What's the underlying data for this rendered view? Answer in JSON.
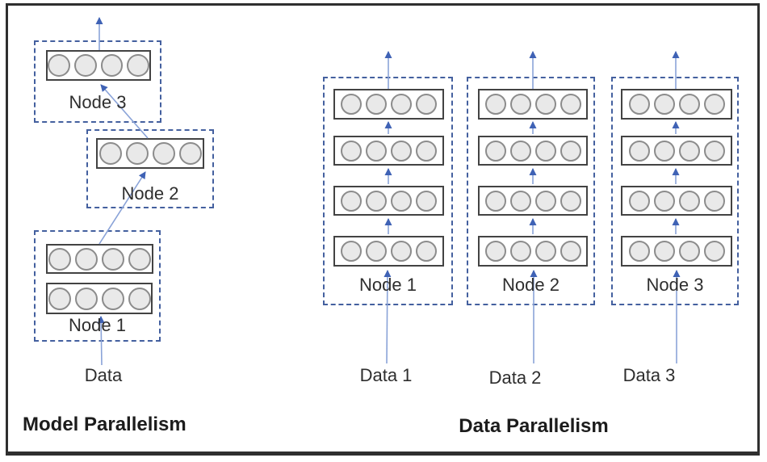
{
  "diagram": {
    "circles_per_layer": 4,
    "left": {
      "title": "Model Parallelism",
      "data_label": "Data",
      "nodes": [
        {
          "label": "Node 1",
          "layers": 2
        },
        {
          "label": "Node 2",
          "layers": 1
        },
        {
          "label": "Node 3",
          "layers": 1
        }
      ]
    },
    "right": {
      "title": "Data Parallelism",
      "layers_per_column": 4,
      "columns": [
        {
          "node_label": "Node 1",
          "data_label": "Data 1"
        },
        {
          "node_label": "Node 2",
          "data_label": "Data 2"
        },
        {
          "node_label": "Node 3",
          "data_label": "Data 3"
        }
      ]
    },
    "colors": {
      "dashed_border": "#44609f",
      "arrow": "#3f62b5",
      "arrow_line": "#8aa3d8",
      "rect_border": "#434343",
      "circle_fill": "#e9e9e9",
      "circle_border": "#8c8c8c",
      "text": "#2e2e2e",
      "frame": "#2f2f2f"
    }
  }
}
